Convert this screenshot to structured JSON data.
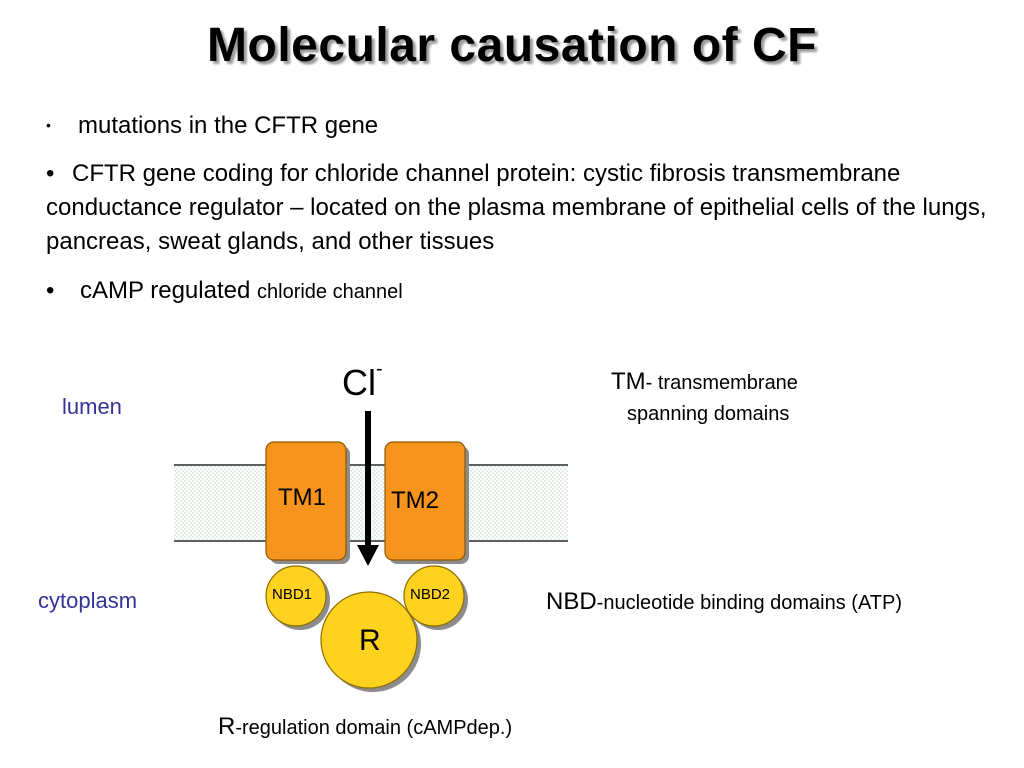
{
  "title": "Molecular causation of CF",
  "bullets": {
    "b1": {
      "marker": "•",
      "text": "mutations in the CFTR gene"
    },
    "b2": {
      "marker": "•",
      "text": "CFTR gene coding for chloride channel protein: cystic fibrosis transmembrane conductance regulator – located on the plasma membrane of epithelial cells of the lungs, pancreas, sweat glands, and other tissues"
    },
    "b3": {
      "marker": "•",
      "text_main": "cAMP regulated",
      "text_small": "chloride channel"
    }
  },
  "diagram": {
    "lumen": "lumen",
    "cytoplasm": "cytoplasm",
    "ion": "Cl",
    "ion_charge": "-",
    "tm1": "TM1",
    "tm2": "TM2",
    "nbd1": "NBD1",
    "nbd2": "NBD2",
    "r": "R",
    "colors": {
      "tm_fill": "#f7941d",
      "tm_stroke": "#8a5a00",
      "nbd_fill": "#ffd21f",
      "nbd_stroke": "#8a6d00",
      "label_blue": "#333399"
    }
  },
  "legend": {
    "tm_abbr": "TM",
    "tm_desc_line1": "- transmembrane",
    "tm_desc_line2": "spanning domains",
    "nbd_abbr": "NBD",
    "nbd_desc": "-nucleotide binding domains (ATP)",
    "r_abbr": "R",
    "r_desc": "-regulation domain (cAMPdep.)"
  }
}
